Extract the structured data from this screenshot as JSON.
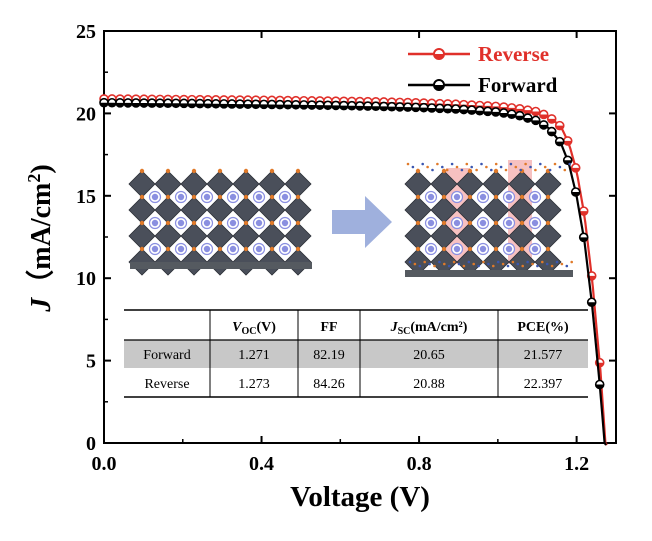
{
  "chart_data": {
    "type": "line",
    "xlabel": "Voltage (V)",
    "ylabel_main": "J",
    "ylabel_rest": "（mA/cm",
    "ylabel_sup": "2",
    "ylabel_end": ")",
    "xlim": [
      0.0,
      1.3
    ],
    "ylim": [
      0,
      25
    ],
    "x_ticks": [
      "0.0",
      "0.4",
      "0.8",
      "1.2"
    ],
    "x_tick_values": [
      0.0,
      0.4,
      0.8,
      1.2
    ],
    "y_ticks": [
      "0",
      "5",
      "10",
      "15",
      "20",
      "25"
    ],
    "y_tick_values": [
      0,
      5,
      10,
      15,
      20,
      25
    ],
    "grid": false,
    "legend_position": "top-right",
    "series": [
      {
        "name": "Reverse",
        "color": "#e0302a",
        "marker": "half-filled circle",
        "jsc": 20.88,
        "voc": 1.273,
        "x": [
          0.0,
          0.1,
          0.2,
          0.3,
          0.4,
          0.5,
          0.6,
          0.7,
          0.8,
          0.9,
          1.0,
          1.05,
          1.1,
          1.13,
          1.16,
          1.18,
          1.2,
          1.22,
          1.24,
          1.26,
          1.273
        ],
        "y": [
          20.88,
          20.86,
          20.84,
          20.82,
          20.8,
          20.77,
          20.74,
          20.7,
          20.64,
          20.55,
          20.42,
          20.3,
          20.1,
          19.8,
          19.2,
          18.2,
          16.5,
          13.8,
          9.8,
          4.5,
          0.0
        ]
      },
      {
        "name": "Forward",
        "color": "#000000",
        "marker": "half-filled circle",
        "jsc": 20.65,
        "voc": 1.271,
        "x": [
          0.0,
          0.1,
          0.2,
          0.3,
          0.4,
          0.5,
          0.6,
          0.7,
          0.8,
          0.9,
          1.0,
          1.05,
          1.1,
          1.13,
          1.16,
          1.18,
          1.2,
          1.22,
          1.24,
          1.26,
          1.271
        ],
        "y": [
          20.65,
          20.63,
          20.61,
          20.58,
          20.55,
          20.52,
          20.48,
          20.43,
          20.36,
          20.26,
          20.08,
          19.9,
          19.55,
          19.1,
          18.2,
          17.0,
          15.0,
          12.2,
          8.2,
          3.2,
          0.0
        ]
      }
    ],
    "inset_table": {
      "headers": [
        {
          "main": "V",
          "sub": "OC",
          "unit": "(V)"
        },
        {
          "main": "FF",
          "sub": "",
          "unit": ""
        },
        {
          "main": "J",
          "sub": "SC",
          "unit": "(mA/cm²)"
        },
        {
          "main": "PCE(%)",
          "sub": "",
          "unit": ""
        }
      ],
      "rows": [
        {
          "label": "Forward",
          "values": [
            "1.271",
            "82.19",
            "20.65",
            "21.577"
          ],
          "shaded": true
        },
        {
          "label": "Reverse",
          "values": [
            "1.273",
            "84.26",
            "20.88",
            "22.397"
          ],
          "shaded": false
        }
      ]
    },
    "inset_illustration": {
      "description_icon": "perovskite-crystal-structure-icon",
      "arrow_color": "#9fb0dd",
      "octahedron_color": "#4a4f5a",
      "a_site_color": "#8a8fe0",
      "x_site_color": "#e07a2a",
      "highlight_color": "#f4a7a7"
    }
  }
}
